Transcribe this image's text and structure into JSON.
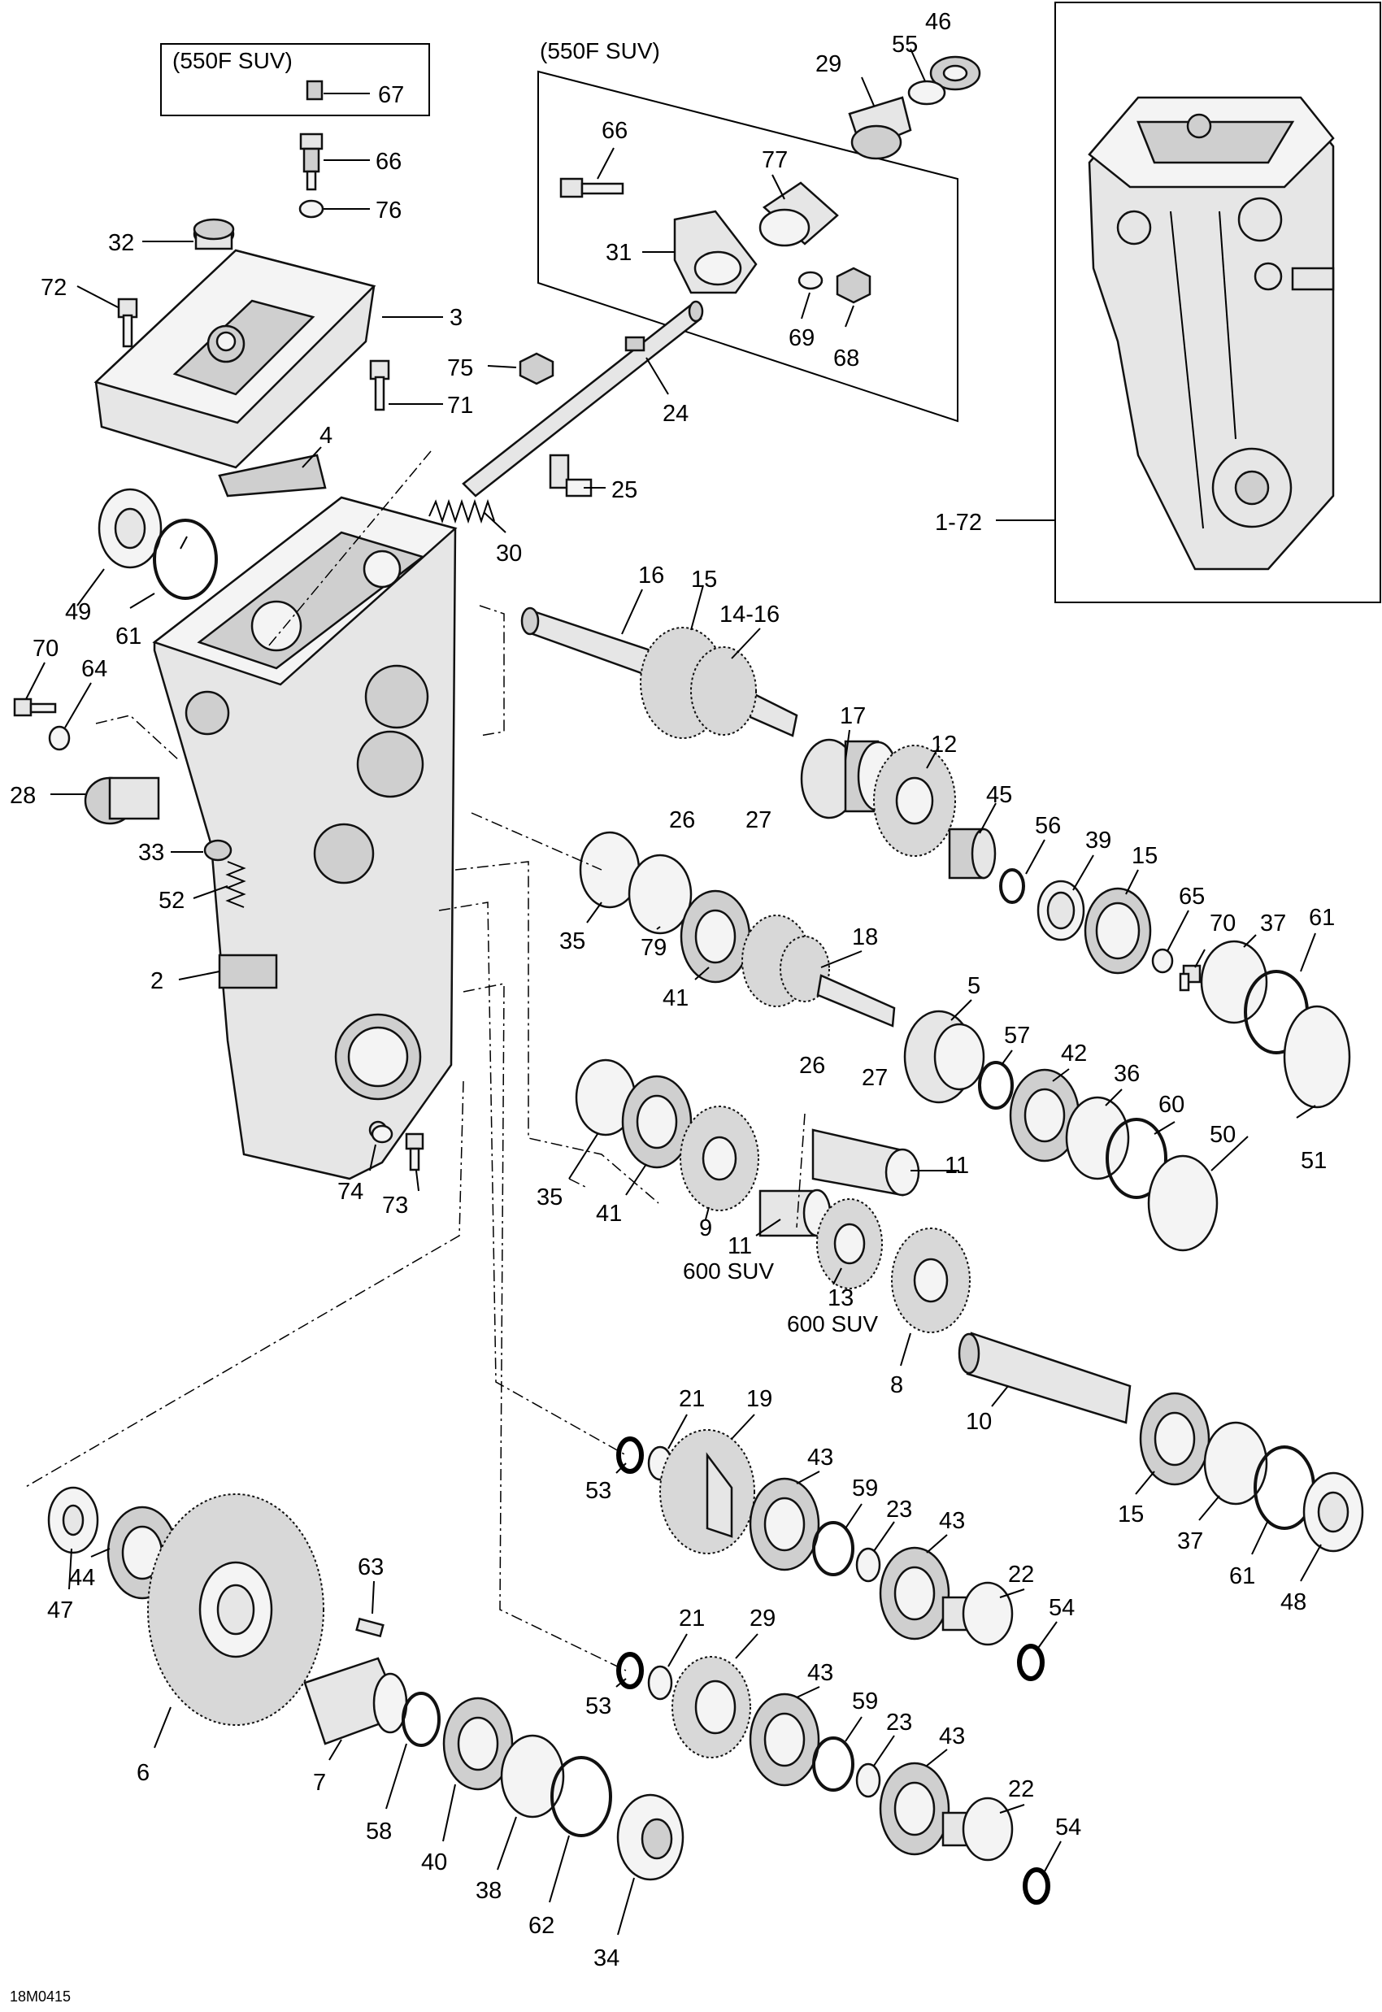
{
  "title": "",
  "drawing_code": "18M0415",
  "variant_boxes": {
    "cover": "(550F SUV)",
    "shift": "(550F SUV)"
  },
  "callouts": {
    "c67": "67",
    "c66a": "66",
    "c76": "76",
    "c32": "32",
    "c72": "72",
    "c3": "3",
    "c71": "71",
    "c4": "4",
    "c49": "49",
    "c61a": "61",
    "c70a": "70",
    "c64": "64",
    "c28": "28",
    "c33": "33",
    "c52": "52",
    "c2": "2",
    "c74": "74",
    "c73": "73",
    "c46": "46",
    "c55": "55",
    "c29a": "29",
    "c66b": "66",
    "c77": "77",
    "c31": "31",
    "c69": "69",
    "c68": "68",
    "c75": "75",
    "c24": "24",
    "c25": "25",
    "c30": "30",
    "c1_72": "1-72",
    "c16": "16",
    "c15a": "15",
    "c14_16": "14-16",
    "c17": "17",
    "c12": "12",
    "c26a": "26",
    "c27a": "27",
    "c45": "45",
    "c56": "56",
    "c39": "39",
    "c15b": "15",
    "c65": "65",
    "c70b": "70",
    "c37a": "37",
    "c61b": "61",
    "c35a": "35",
    "c79": "79",
    "c41a": "41",
    "c18": "18",
    "c5": "5",
    "c26b": "26",
    "c27b": "27",
    "c57": "57",
    "c42": "42",
    "c36": "36",
    "c60": "60",
    "c50": "50",
    "c51": "51",
    "c35b": "35",
    "c41b": "41",
    "c9": "9",
    "c11a": "11",
    "c11b": "11",
    "c13": "13",
    "c8": "8",
    "c10": "10",
    "c21a": "21",
    "c19": "19",
    "c53a": "53",
    "c43a": "43",
    "c59a": "59",
    "c23a": "23",
    "c43b": "43",
    "c22a": "22",
    "c54a": "54",
    "c15c": "15",
    "c37b": "37",
    "c61c": "61",
    "c48": "48",
    "c47": "47",
    "c44": "44",
    "c6": "6",
    "c63": "63",
    "c7": "7",
    "c58": "58",
    "c40": "40",
    "c38": "38",
    "c62": "62",
    "c34": "34",
    "c21b": "21",
    "c29b": "29",
    "c53b": "53",
    "c43c": "43",
    "c59b": "59",
    "c23b": "23",
    "c43d": "43",
    "c22b": "22",
    "c54b": "54"
  },
  "variant_notes": {
    "v11": "600 SUV",
    "v13": "600 SUV"
  }
}
